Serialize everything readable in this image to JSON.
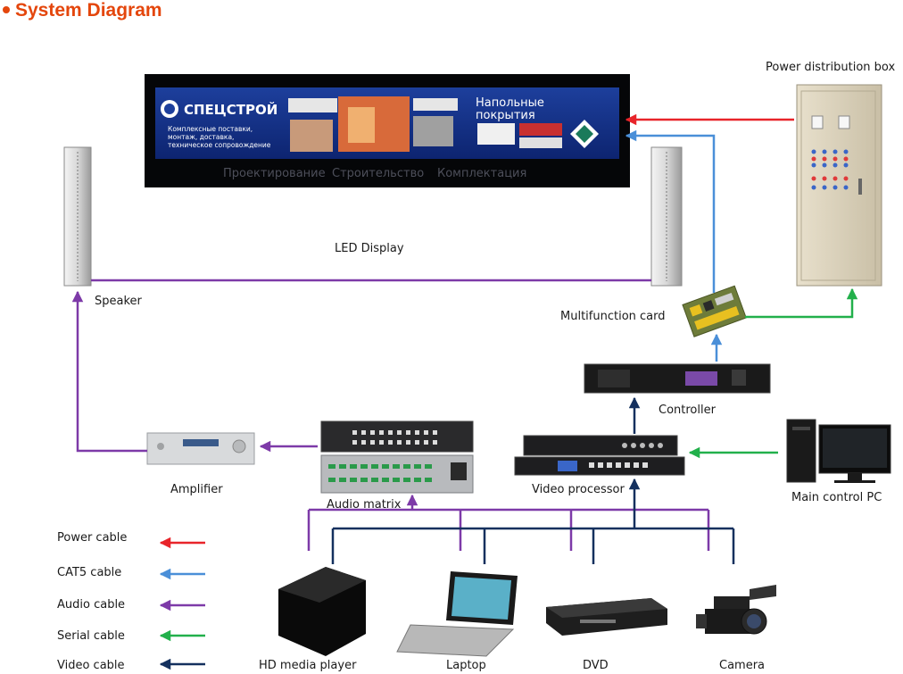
{
  "title": "System Diagram",
  "colors": {
    "power": "#e8242a",
    "cat5": "#4a8fd8",
    "audio": "#7d3aa8",
    "serial": "#22b04b",
    "video": "#14305e",
    "title": "#e4460c"
  },
  "screen": {
    "logo_text": "СПЕЦСТРОЙ",
    "desc_lines": [
      "Комплексные поставки,",
      "монтаж, доставка,",
      "техническое сопровождение"
    ],
    "heading_lines": [
      "Напольные",
      "покрытия"
    ],
    "bottom_items": [
      "Проектирование",
      "Строительство",
      "Комплектация"
    ]
  },
  "labels": {
    "power_box": "Power distribution box",
    "led_display": "LED Display",
    "speaker": "Speaker",
    "multifunction_card": "Multifunction card",
    "controller": "Controller",
    "amplifier": "Amplifier",
    "audio_matrix": "Audio  matrix",
    "video_processor": "Video processor",
    "main_pc": "Main control PC",
    "hd_player": "HD media player",
    "laptop": "Laptop",
    "dvd": "DVD",
    "camera": "Camera"
  },
  "legend": [
    {
      "label": "Power cable",
      "color": "#e8242a"
    },
    {
      "label": "CAT5 cable",
      "color": "#4a8fd8"
    },
    {
      "label": "Audio cable",
      "color": "#7d3aa8"
    },
    {
      "label": "Serial cable",
      "color": "#22b04b"
    },
    {
      "label": "Video cable",
      "color": "#14305e"
    }
  ]
}
